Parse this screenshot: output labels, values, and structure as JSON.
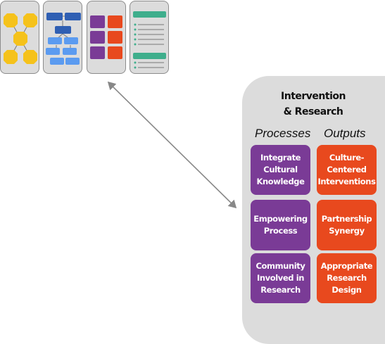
{
  "panel": {
    "title_lines": [
      "Intervention",
      "& Research"
    ],
    "processes_header": "Processes",
    "outputs_header": "Outputs",
    "processes": [
      {
        "lines": [
          "Integrate",
          "Cultural",
          "Knowledge"
        ]
      },
      {
        "lines": [
          "Empowering",
          "Process"
        ]
      },
      {
        "lines": [
          "Community",
          "Involved in",
          "Research"
        ]
      }
    ],
    "outputs": [
      {
        "lines": [
          "Culture-",
          "Centered",
          "Interventions"
        ]
      },
      {
        "lines": [
          "Partnership",
          "Synergy"
        ]
      },
      {
        "lines": [
          "Appropriate",
          "Research",
          "Design"
        ]
      }
    ]
  },
  "colors": {
    "panel_bg": "#dcdcdc",
    "process_box": "#7a3b96",
    "output_box": "#e8491e",
    "thumb_yellow": "#f5c21b",
    "thumb_darkblue": "#2f5fb3",
    "thumb_blue": "#5b9bf0",
    "thumb_teal": "#3fae8c",
    "arrow": "#888888"
  },
  "icons": [
    "octagon-network-thumbnail",
    "flowchart-thumbnail",
    "color-grid-thumbnail",
    "checklist-thumbnail"
  ]
}
